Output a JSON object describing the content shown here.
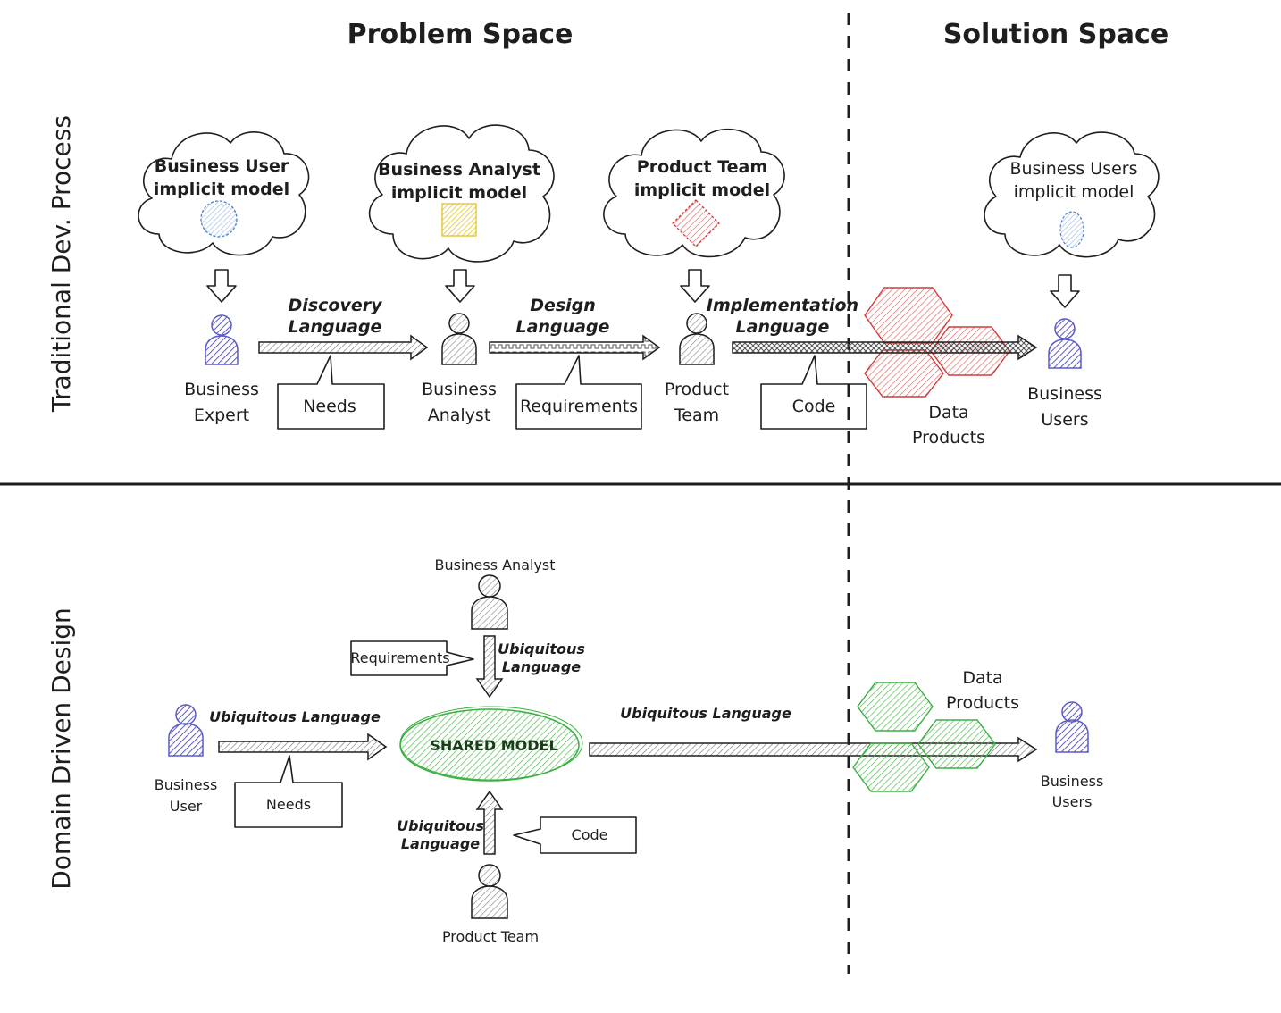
{
  "headers": {
    "problem_space": "Problem Space",
    "solution_space": "Solution Space",
    "traditional": "Traditional Dev. Process",
    "ddd": "Domain Driven Design"
  },
  "traditional": {
    "clouds": [
      {
        "line1": "Business User",
        "line2": "implicit model",
        "shape": "circle",
        "color": "#4a7fd0"
      },
      {
        "line1": "Business Analyst",
        "line2": "implicit model",
        "shape": "square",
        "color": "#e2c21c"
      },
      {
        "line1": "Product Team",
        "line2": "implicit model",
        "shape": "diamond",
        "color": "#d43b3b"
      },
      {
        "line1": "Business Users",
        "line2": "implicit model",
        "shape": "ellipse",
        "color": "#4a7fd0"
      }
    ],
    "actors": [
      {
        "line1": "Business",
        "line2": "Expert",
        "color": "#5b5bc8"
      },
      {
        "line1": "Business",
        "line2": "Analyst",
        "color": "#9a9a9a"
      },
      {
        "line1": "Product",
        "line2": "Team",
        "color": "#9a9a9a"
      },
      {
        "line1": "Business",
        "line2": "Users",
        "color": "#5b5bc8"
      }
    ],
    "languages": [
      {
        "line1": "Discovery",
        "line2": "Language"
      },
      {
        "line1": "Design",
        "line2": "Language"
      },
      {
        "line1": "Implementation",
        "line2": "Language"
      }
    ],
    "callouts": [
      "Needs",
      "Requirements",
      "Code"
    ],
    "data_products": {
      "line1": "Data",
      "line2": "Products",
      "color": "#d43b3b"
    }
  },
  "ddd": {
    "business_analyst": "Business Analyst",
    "product_team": "Product Team",
    "business_user": {
      "line1": "Business",
      "line2": "User"
    },
    "business_users": {
      "line1": "Business",
      "line2": "Users"
    },
    "shared_model": "SHARED MODEL",
    "ubiquitous_language": "Ubiquitous Language",
    "ubiquitous_top": {
      "line1": "Ubiquitous",
      "line2": "Language"
    },
    "ubiquitous_bottom": {
      "line1": "Ubiquitous",
      "line2": "Language"
    },
    "ubiquitous_right": "Ubiquitous Language",
    "callouts": {
      "requirements": "Requirements",
      "needs": "Needs",
      "code": "Code"
    },
    "data_products": {
      "line1": "Data",
      "line2": "Products",
      "color": "#3cb043"
    }
  }
}
